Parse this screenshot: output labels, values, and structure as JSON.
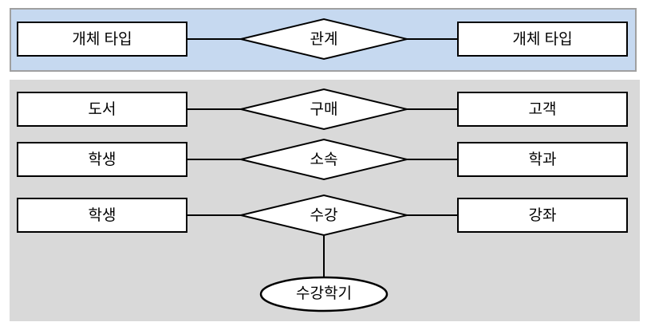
{
  "diagram": {
    "legend": {
      "left_entity": "개체 타입",
      "relationship": "관계",
      "right_entity": "개체 타입"
    },
    "examples": [
      {
        "left_entity": "도서",
        "relationship": "구매",
        "right_entity": "고객"
      },
      {
        "left_entity": "학생",
        "relationship": "소속",
        "right_entity": "학과"
      },
      {
        "left_entity": "학생",
        "relationship": "수강",
        "right_entity": "강좌",
        "attribute": "수강학기"
      }
    ],
    "colors": {
      "legend_panel_bg": "#c6d9f0",
      "legend_panel_border": "#a0a0a0",
      "examples_panel_bg": "#d9d9d9",
      "shape_fill": "#ffffff",
      "shape_stroke": "#000000"
    }
  }
}
